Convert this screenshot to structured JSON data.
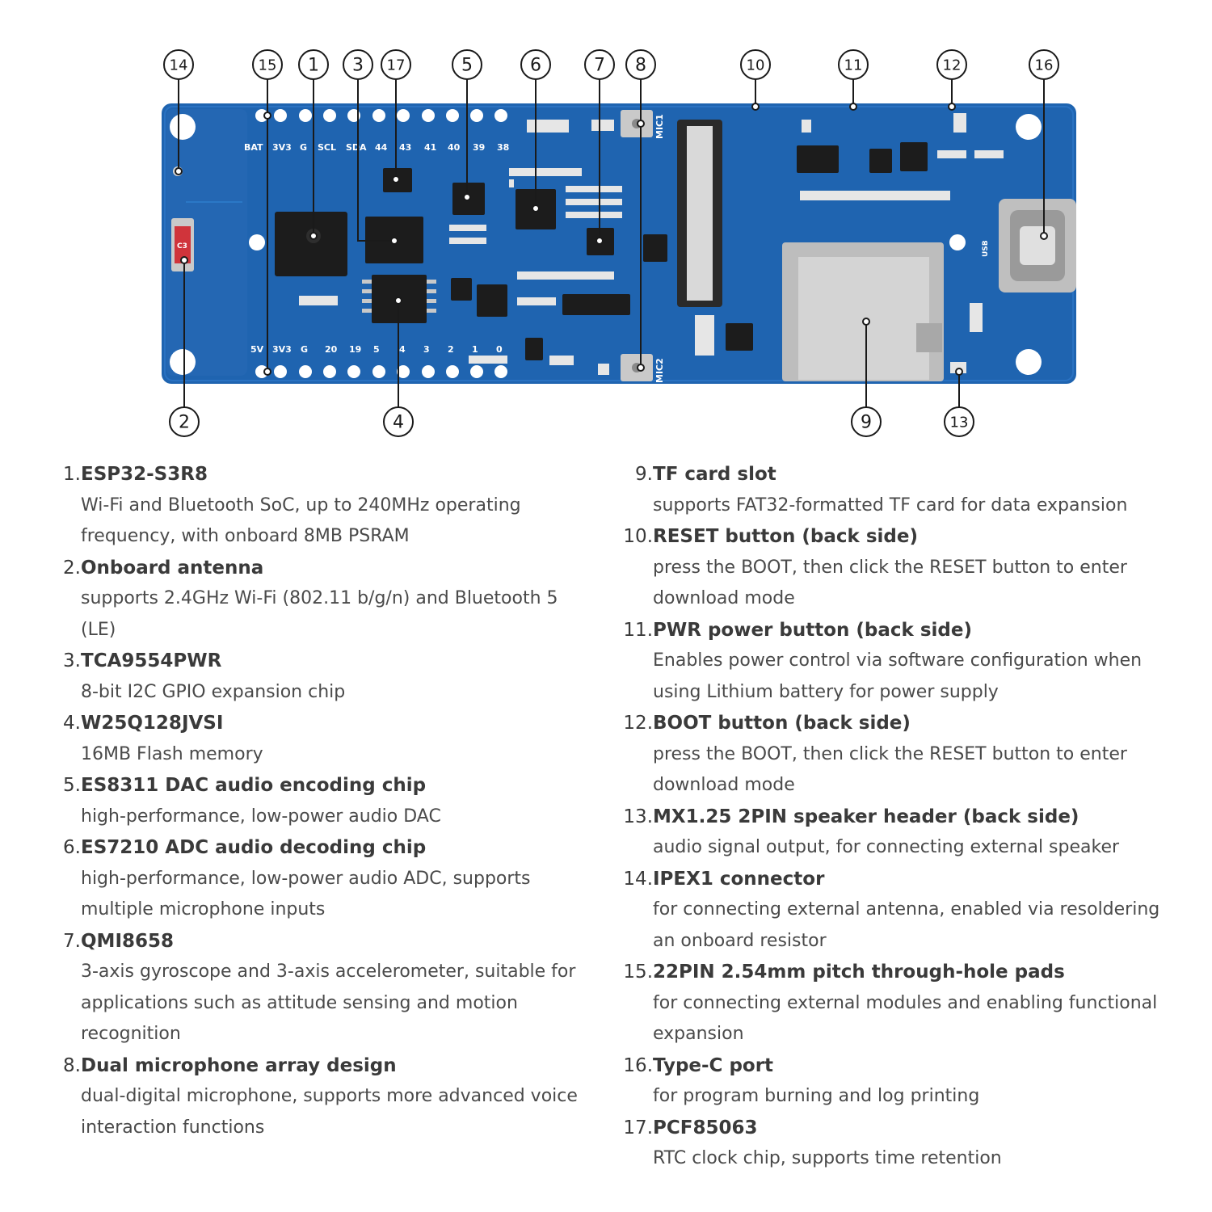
{
  "board": {
    "silk_top": [
      "BAT",
      "3V3",
      "G",
      "SCL",
      "SDA",
      "44",
      "43",
      "41",
      "40",
      "39",
      "38"
    ],
    "silk_bottom": [
      "5V",
      "3V3",
      "G",
      "20",
      "19",
      "5",
      "4",
      "3",
      "2",
      "1",
      "0"
    ],
    "mic1": "MIC1",
    "mic2": "MIC2",
    "usb": "USB",
    "c3": "C3",
    "colors": {
      "pcb": "#1f64b0",
      "pcb_edge": "#174e8e",
      "chip": "#1c1c1c",
      "metal": "#c9c9c9"
    }
  },
  "callouts": [
    "1",
    "2",
    "3",
    "4",
    "5",
    "6",
    "7",
    "8",
    "9",
    "10",
    "11",
    "12",
    "13",
    "14",
    "15",
    "16",
    "17"
  ],
  "features": [
    {
      "number": "1.",
      "title": "ESP32-S3R8",
      "description": "Wi-Fi and Bluetooth SoC, up to 240MHz operating frequency, with onboard 8MB PSRAM"
    },
    {
      "number": "2.",
      "title": "Onboard antenna",
      "description": "supports 2.4GHz Wi-Fi (802.11 b/g/n) and Bluetooth 5 (LE)"
    },
    {
      "number": "3.",
      "title": "TCA9554PWR",
      "description": "8-bit I2C GPIO expansion chip"
    },
    {
      "number": "4.",
      "title": "W25Q128JVSI",
      "description": "16MB Flash memory"
    },
    {
      "number": "5.",
      "title": "ES8311 DAC audio encoding chip",
      "description": "high-performance, low-power audio DAC"
    },
    {
      "number": "6.",
      "title": "ES7210 ADC audio decoding chip",
      "description": "high-performance, low-power audio ADC, supports multiple microphone inputs"
    },
    {
      "number": "7.",
      "title": "QMI8658",
      "description": "3-axis gyroscope and 3-axis accelerometer, suitable for applications such as attitude sensing and motion recognition"
    },
    {
      "number": "8.",
      "title": "Dual microphone array design",
      "description": "dual-digital microphone, supports more advanced voice interaction functions"
    },
    {
      "number": "9.",
      "title": "TF card slot",
      "description": "supports FAT32-formatted TF card for data expansion"
    },
    {
      "number": "10.",
      "title": "RESET button (back side)",
      "description": "press the BOOT, then click the RESET button to enter download mode"
    },
    {
      "number": "11.",
      "title": "PWR power button (back side)",
      "description": "Enables power control via software configuration when using Lithium battery for power supply"
    },
    {
      "number": "12.",
      "title": "BOOT button (back side)",
      "description": "press the BOOT, then click the RESET button to enter download mode"
    },
    {
      "number": "13.",
      "title": "MX1.25 2PIN speaker header (back side)",
      "description": "audio signal output, for connecting external speaker"
    },
    {
      "number": "14.",
      "title": "IPEX1 connector",
      "description": "for connecting external antenna, enabled via resoldering an onboard resistor"
    },
    {
      "number": "15.",
      "title": "22PIN 2.54mm pitch through-hole pads",
      "description": "for connecting external modules and enabling functional expansion"
    },
    {
      "number": "16.",
      "title": "Type-C port",
      "description": "for program burning and log printing"
    },
    {
      "number": "17.",
      "title": "PCF85063",
      "description": "RTC clock chip, supports time retention"
    }
  ]
}
